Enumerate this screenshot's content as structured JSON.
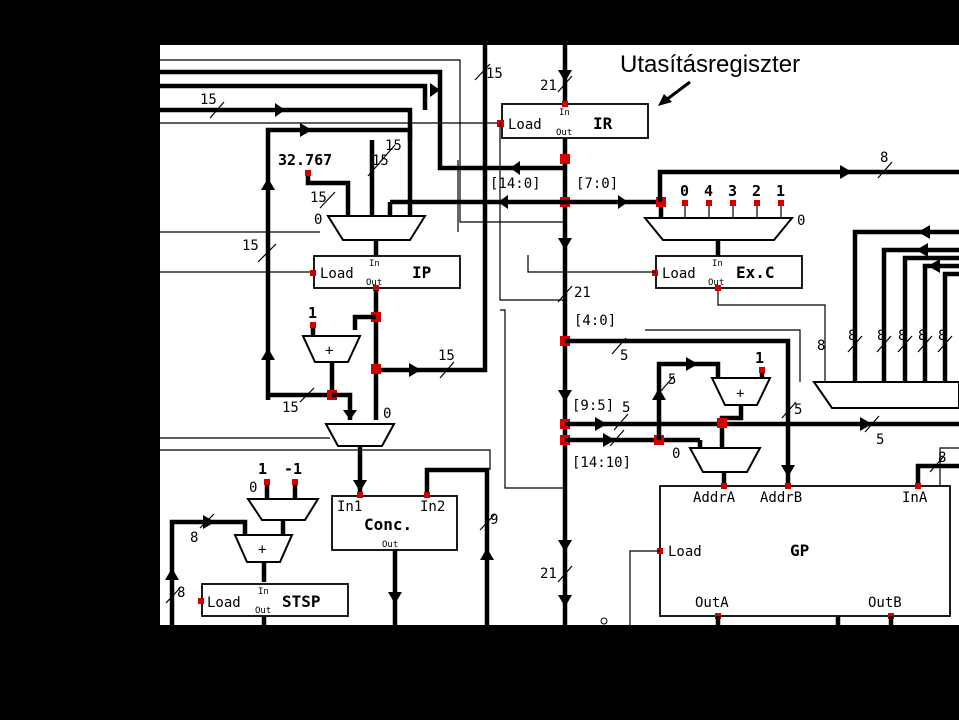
{
  "title": "Utasításregiszter",
  "registers": {
    "ir": {
      "name": "IR",
      "load": "Load",
      "in": "In",
      "out": "Out"
    },
    "ip": {
      "name": "IP",
      "load": "Load",
      "in": "In",
      "out": "Out"
    },
    "exc": {
      "name": "Ex.C",
      "load": "Load",
      "in": "In",
      "out": "Out"
    },
    "stsp": {
      "name": "STSP",
      "load": "Load",
      "in": "In",
      "out": "Out"
    },
    "conc": {
      "name": "Conc.",
      "in1": "In1",
      "in2": "In2",
      "out": "Out"
    },
    "gp": {
      "name": "GP",
      "load": "Load",
      "addra": "AddrA",
      "addrb": "AddrB",
      "ina": "InA",
      "outa": "OutA",
      "outb": "OutB"
    }
  },
  "constants": {
    "c32767": "32.767",
    "one_a": "1",
    "one_b": "1",
    "one_c": "1",
    "minus_one": "-1",
    "zero_a": "0",
    "zero_b": "0",
    "zero_c": "0",
    "zero_d": "0",
    "zero_e": "0",
    "exc_consts": [
      "0",
      "4",
      "3",
      "2",
      "1"
    ],
    "plus": "+"
  },
  "bit_ranges": {
    "r14_0": "[14:0]",
    "r7_0": "[7:0]",
    "r4_0": "[4:0]",
    "r9_5": "[9:5]",
    "r14_10": "[14:10]"
  },
  "widths": {
    "w15_top": "15",
    "w15_left": "15",
    "w15_a": "15",
    "w15_b": "15",
    "w15_c": "15",
    "w15_d": "15",
    "w15_e": "15",
    "w15_f": "15",
    "w21_top": "21",
    "w21_mid": "21",
    "w21_bot": "21",
    "w8_top": "8",
    "w8_mux": [
      "8",
      "8",
      "8",
      "8",
      "8",
      "8"
    ],
    "w8_ina": "8",
    "w8_stsp_a": "8",
    "w8_stsp_b": "8",
    "w5_a": "5",
    "w5_b": "5",
    "w5_c": "5",
    "w5_d": "5",
    "w5_e": "5",
    "w9": "9"
  }
}
